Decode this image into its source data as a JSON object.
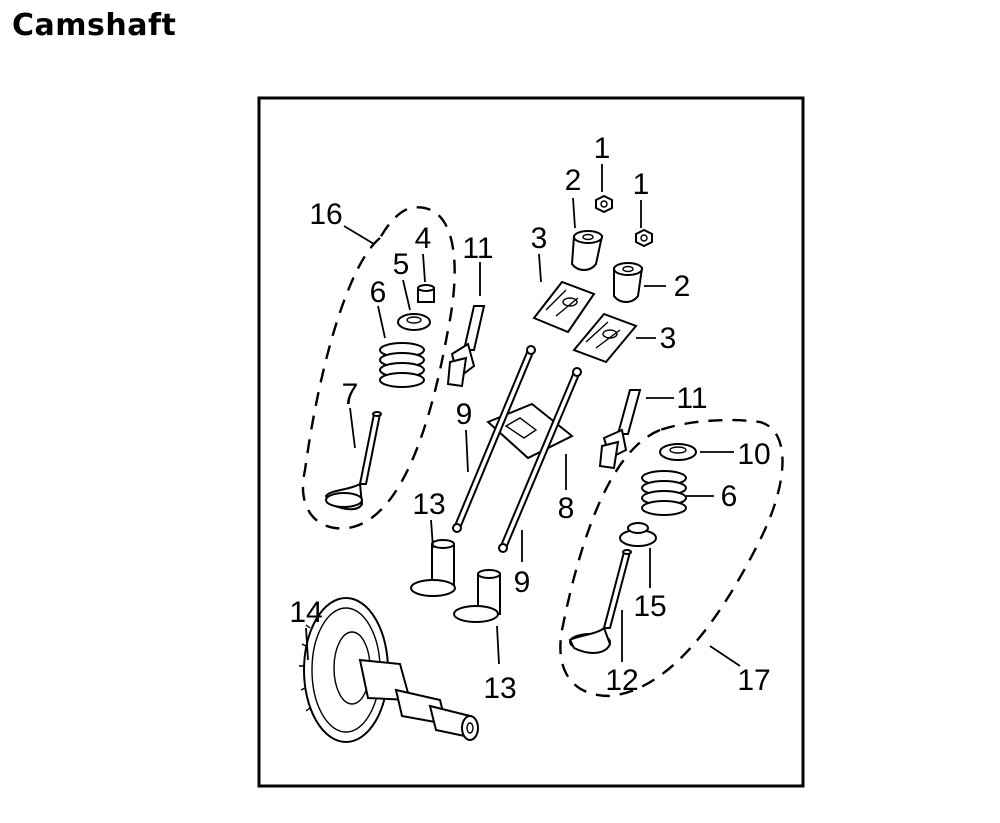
{
  "title": "Camshaft",
  "callouts": {
    "c1a": "1",
    "c1b": "1",
    "c2a": "2",
    "c2b": "2",
    "c3a": "3",
    "c3b": "3",
    "c4": "4",
    "c5": "5",
    "c6a": "6",
    "c6b": "6",
    "c7": "7",
    "c8": "8",
    "c9a": "9",
    "c9b": "9",
    "c10": "10",
    "c11a": "11",
    "c11b": "11",
    "c12": "12",
    "c13a": "13",
    "c13b": "13",
    "c14": "14",
    "c15": "15",
    "c16": "16",
    "c17": "17"
  }
}
